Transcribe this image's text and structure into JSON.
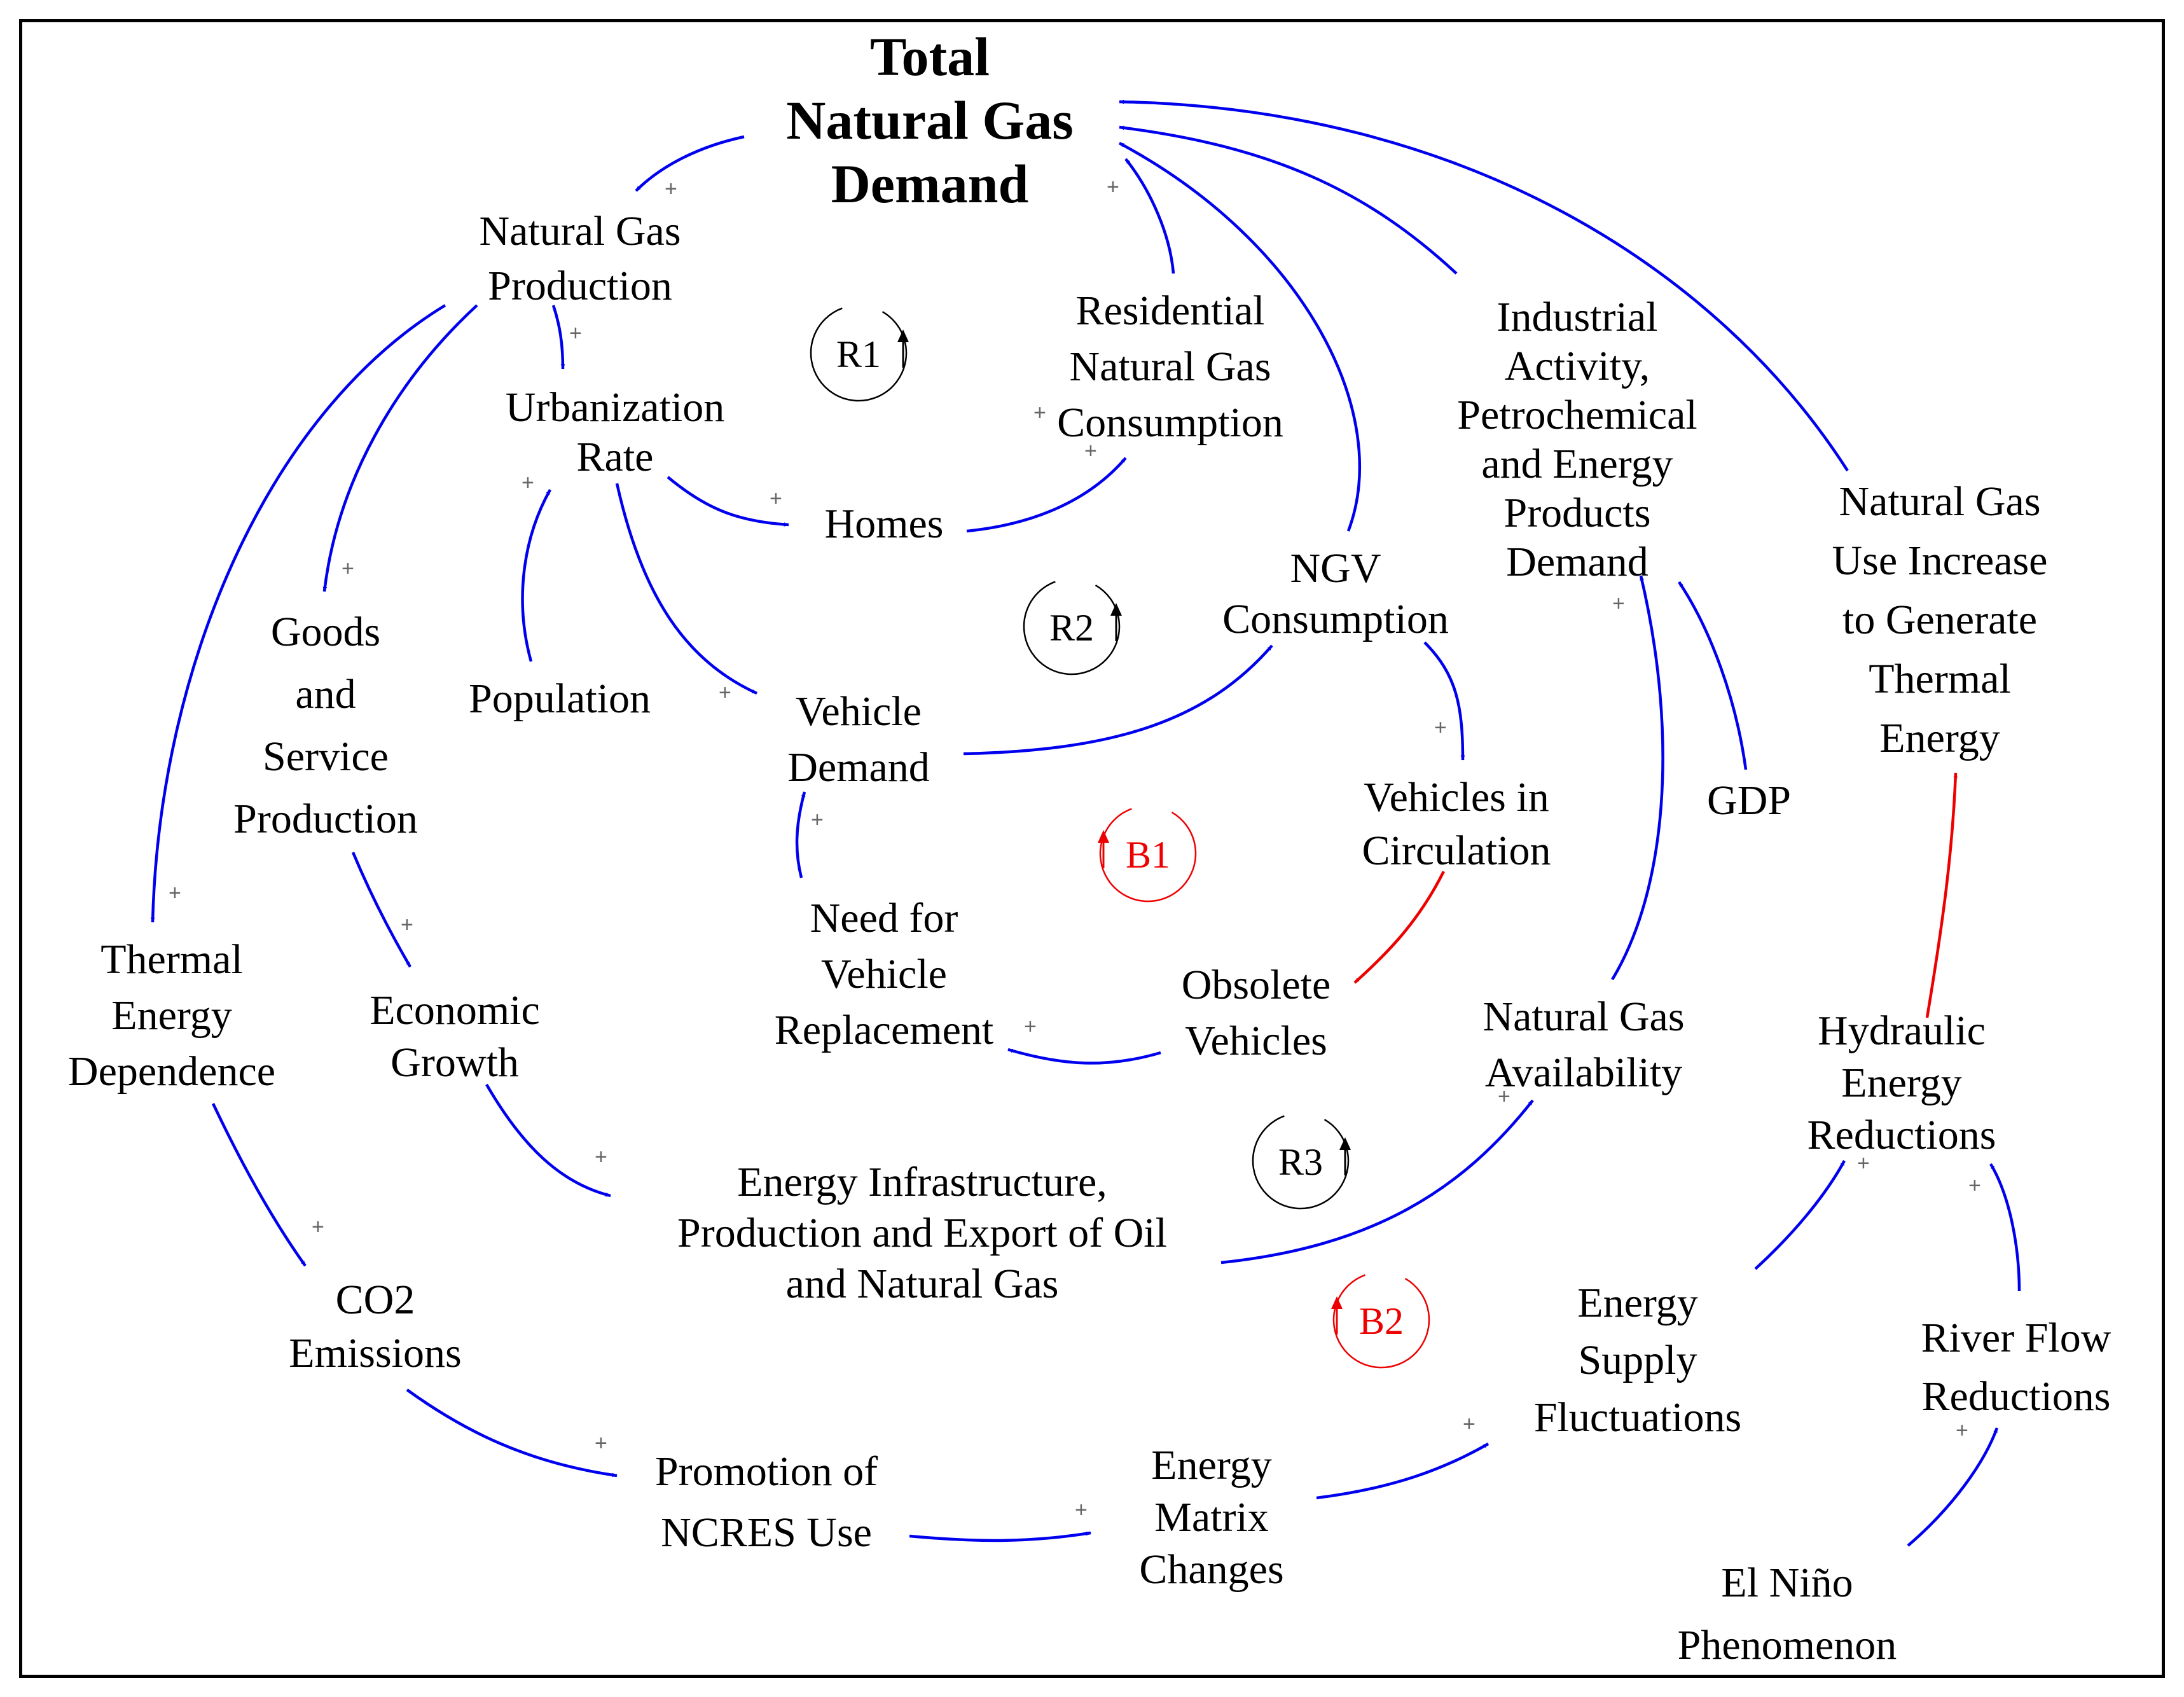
{
  "diagram": {
    "title_lines": [
      "Total",
      "Natural Gas",
      "Demand"
    ],
    "colors": {
      "positive_link": "#0000ee",
      "balancing_link": "#ee0000",
      "reinforcing_loop": "#000000",
      "balancing_loop": "#ee0000",
      "polarity": "#666666"
    },
    "nodes": {
      "ng_production": [
        "Natural Gas",
        "Production"
      ],
      "urbanization": [
        "Urbanization",
        "Rate"
      ],
      "residential": [
        "Residential",
        "Natural Gas",
        "Consumption"
      ],
      "industrial": [
        "Industrial",
        "Activity,",
        "Petrochemical",
        "and Energy",
        "Products",
        "Demand"
      ],
      "thermal_increase": [
        "Natural Gas",
        "Use Increase",
        "to Generate",
        "Thermal",
        "Energy"
      ],
      "homes": [
        "Homes"
      ],
      "ngv": [
        "NGV",
        "Consumption"
      ],
      "goods": [
        "Goods",
        "and",
        "Service",
        "Production"
      ],
      "population": [
        "Population"
      ],
      "vehicle_demand": [
        "Vehicle",
        "Demand"
      ],
      "vehicles_circ": [
        "Vehicles in",
        "Circulation"
      ],
      "gdp": [
        "GDP"
      ],
      "need_replacement": [
        "Need for",
        "Vehicle",
        "Replacement"
      ],
      "thermal_dep": [
        "Thermal",
        "Energy",
        "Dependence"
      ],
      "economic_growth": [
        "Economic",
        "Growth"
      ],
      "obsolete": [
        "Obsolete",
        "Vehicles"
      ],
      "ng_availability": [
        "Natural Gas",
        "Availability"
      ],
      "hydraulic": [
        "Hydraulic",
        "Energy",
        "Reductions"
      ],
      "infrastructure": [
        "Energy Infrastructure,",
        "Production and Export of Oil",
        "and Natural Gas"
      ],
      "co2": [
        "CO2",
        "Emissions"
      ],
      "energy_supply": [
        "Energy",
        "Supply",
        "Fluctuations"
      ],
      "river_flow": [
        "River Flow",
        "Reductions"
      ],
      "ncres": [
        "Promotion of",
        "NCRES Use"
      ],
      "matrix": [
        "Energy",
        "Matrix",
        "Changes"
      ],
      "el_nino": [
        "El Niño",
        "Phenomenon"
      ]
    },
    "loops": [
      {
        "id": "R1",
        "label": "R1",
        "type": "reinforcing"
      },
      {
        "id": "R2",
        "label": "R2",
        "type": "reinforcing"
      },
      {
        "id": "R3",
        "label": "R3",
        "type": "reinforcing"
      },
      {
        "id": "B1",
        "label": "B1",
        "type": "balancing"
      },
      {
        "id": "B2",
        "label": "B2",
        "type": "balancing"
      }
    ],
    "polarity_symbol": "+"
  }
}
